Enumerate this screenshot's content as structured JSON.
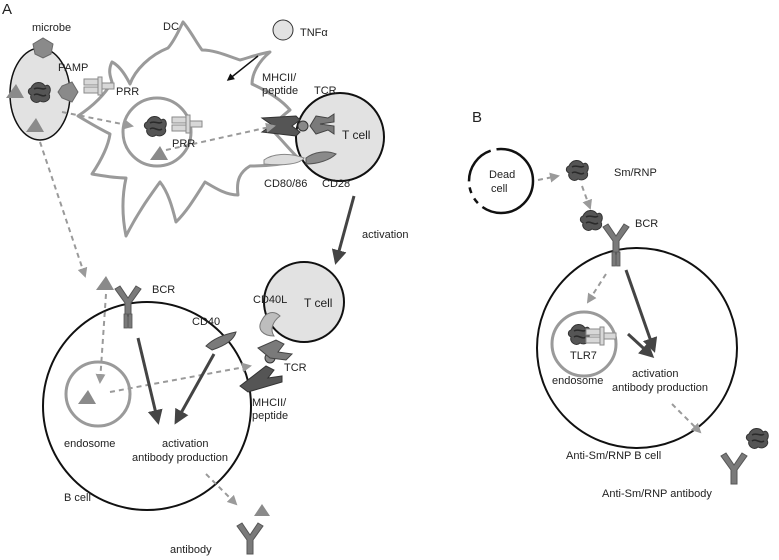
{
  "panels": {
    "a": {
      "letter": "A",
      "labels": {
        "microbe": "microbe",
        "pamp": "PAMP",
        "prr_outer": "PRR",
        "prr_inner": "PRR",
        "dc": "DC",
        "tnfa": "TNFα",
        "mhcii_top_1": "MHCII/",
        "mhcii_top_2": "peptide",
        "tcr_top": "TCR",
        "t_cell_top": "T cell",
        "cd80_86": "CD80/86",
        "cd28": "CD28",
        "activation_arrow": "activation",
        "bcr": "BCR",
        "cd40l": "CD40L",
        "t_cell_bottom": "T cell",
        "cd40": "CD40",
        "tcr_bottom": "TCR",
        "mhcii_bottom_1": "MHCII/",
        "mhcii_bottom_2": "peptide",
        "endosome": "endosome",
        "activation": "activation",
        "antibody_production": "antibody production",
        "b_cell": "B cell",
        "antibody": "antibody"
      }
    },
    "b": {
      "letter": "B",
      "labels": {
        "dead_cell_1": "Dead",
        "dead_cell_2": "cell",
        "sm_rnp": "Sm/RNP",
        "bcr": "BCR",
        "tlr7": "TLR7",
        "endosome": "endosome",
        "activation": "activation",
        "antibody_production": "antibody production",
        "b_cell": "Anti-Sm/RNP B cell",
        "antibody": "Anti-Sm/RNP antibody"
      }
    }
  },
  "colors": {
    "cell_outline": "#111111",
    "dc_outline": "#9a9a9a",
    "t_cell_fill": "#e2e2e2",
    "dashed_arrow": "#9a9a9a",
    "solid_arrow": "#444444",
    "antigen_dark": "#555555",
    "triangle": "#8a8a8a",
    "receptor": "#777777"
  }
}
